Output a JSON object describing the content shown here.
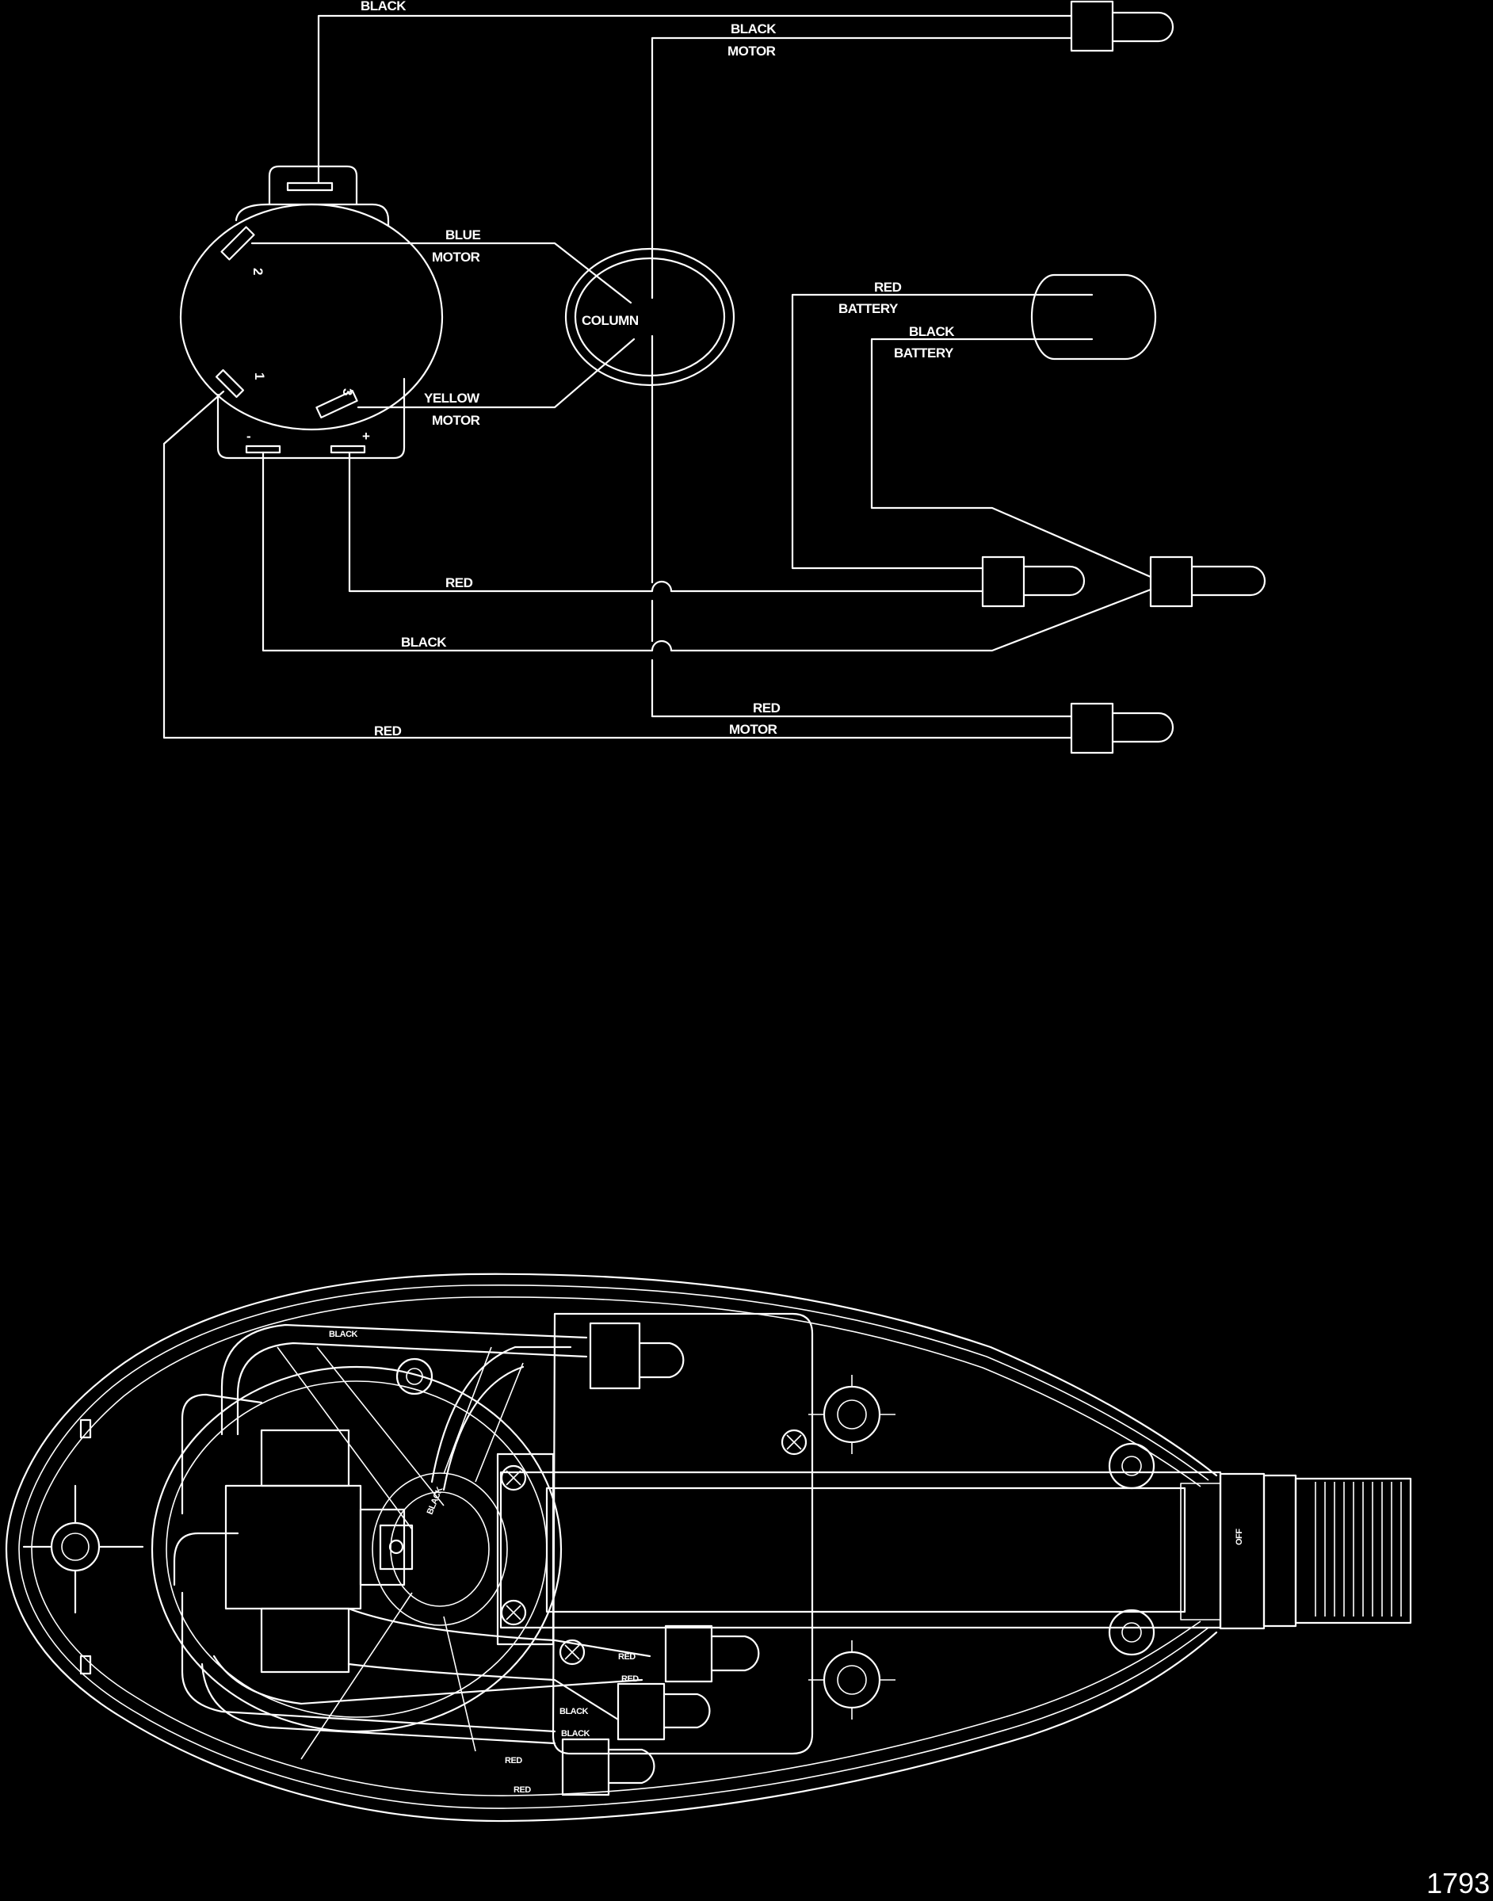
{
  "schematic": {
    "wires": {
      "black_top": "BLACK",
      "black_motor_1": "BLACK",
      "black_motor_2": "MOTOR",
      "blue_motor_1": "BLUE",
      "blue_motor_2": "MOTOR",
      "column": "COLUMN",
      "red_battery_1": "RED",
      "red_battery_2": "BATTERY",
      "black_battery_1": "BLACK",
      "black_battery_2": "BATTERY",
      "yellow_motor_1": "YELLOW",
      "yellow_motor_2": "MOTOR",
      "red_mid": "RED",
      "black_mid": "BLACK",
      "red_motor_1": "RED",
      "red_motor_2": "MOTOR",
      "red_bottom": "RED"
    },
    "switch_terminals": {
      "t1": "1",
      "t2": "2",
      "t3": "3",
      "minus": "-",
      "plus": "+"
    }
  },
  "assembly": {
    "labels": {
      "black_top": "BLACK",
      "black_diag": "BLACK",
      "red_1": "RED",
      "red_2": "RED",
      "black_1": "BLACK",
      "black_2": "BLACK",
      "red_3": "RED",
      "red_4": "RED",
      "off": "OFF"
    }
  },
  "figure_number": "1793"
}
